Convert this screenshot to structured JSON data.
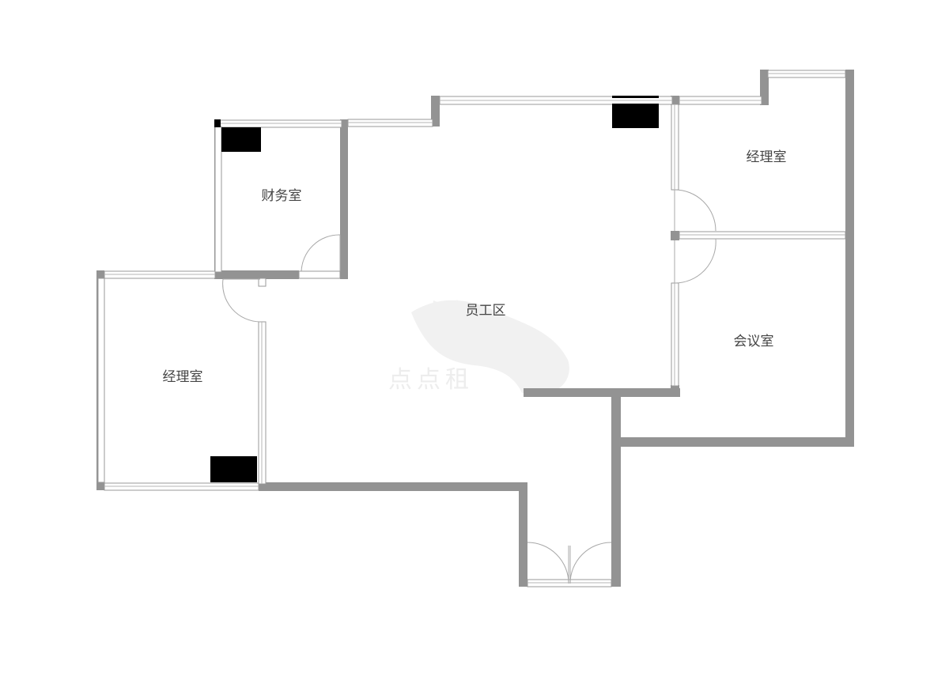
{
  "rooms": {
    "finance": "财务室",
    "manager_left": "经理室",
    "staff_area": "员工区",
    "manager_right": "经理室",
    "meeting_room": "会议室"
  },
  "watermark": {
    "text": "点点租"
  },
  "colors": {
    "wall": "#939393",
    "glass": "#9a9a9a",
    "block": "#000000",
    "label": "#444444"
  }
}
